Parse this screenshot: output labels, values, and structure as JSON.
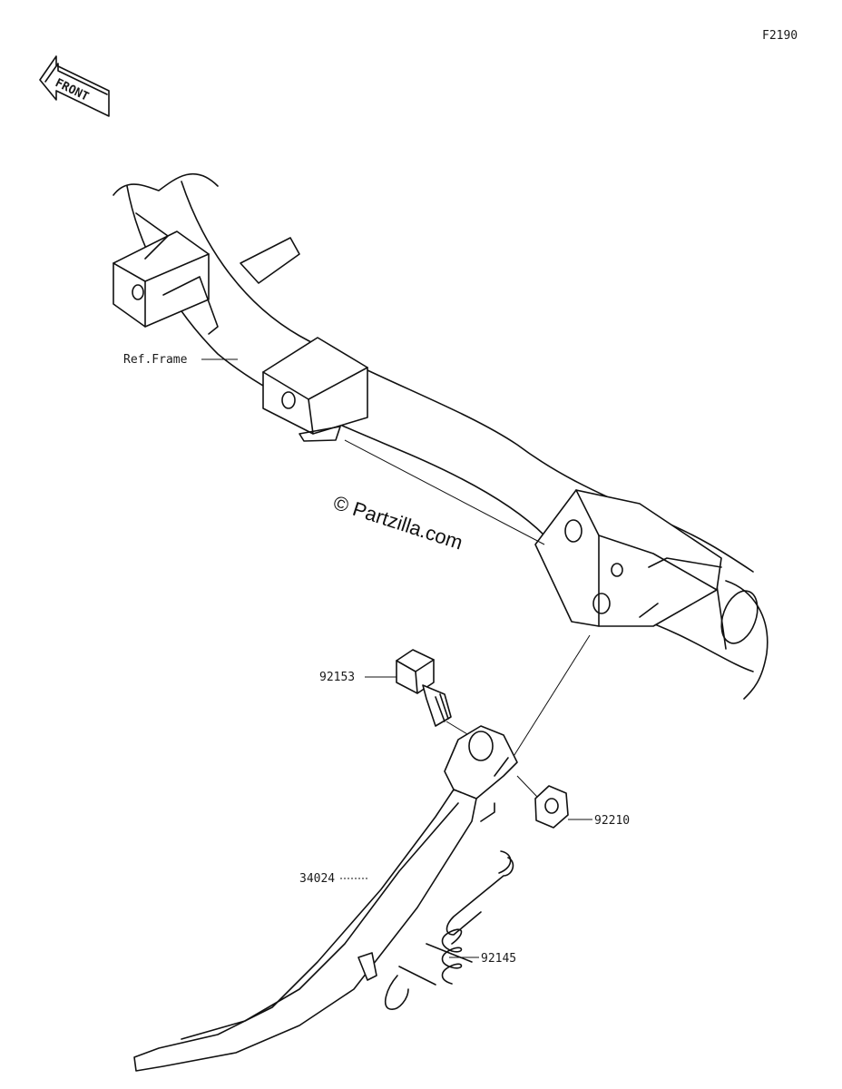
{
  "figure_code": "F2190",
  "front_badge": "FRONT",
  "watermark": "© Partzilla.com",
  "callouts": {
    "ref_frame": "Ref.Frame",
    "bolt": "92153",
    "nut": "92210",
    "stand": "34024",
    "spring": "92145"
  },
  "icons": [
    "front-arrow-icon"
  ]
}
